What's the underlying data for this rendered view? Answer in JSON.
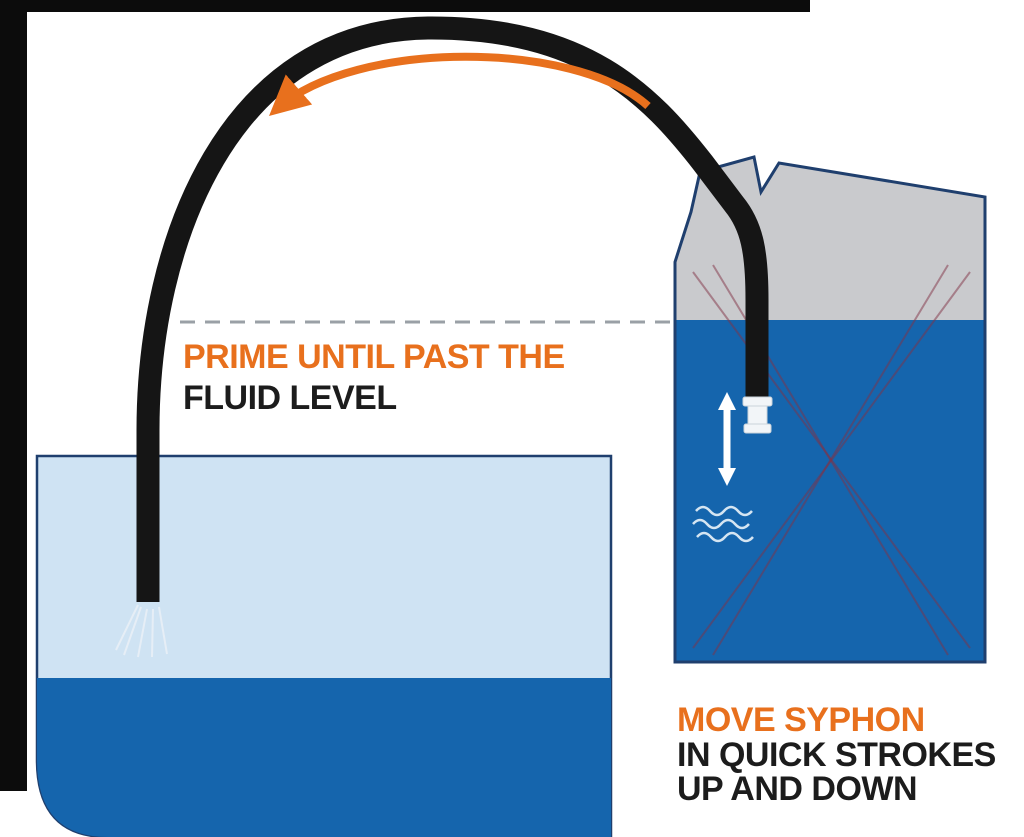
{
  "labels": {
    "prime": {
      "line1": "PRIME UNTIL PAST THE",
      "line2": "FLUID LEVEL"
    },
    "move": {
      "line1": "MOVE SYPHON",
      "line2": "IN QUICK STROKES",
      "line3": "UP AND DOWN"
    }
  },
  "colors": {
    "accent_orange": "#e8701d",
    "text_black": "#1c1c1c",
    "fluid_light": "#cfe3f3",
    "fluid_dark": "#1565ad",
    "can_gray": "#c9cacd",
    "hose_black": "#151515",
    "outline_navy": "#1f3f6e",
    "dashed_line_gray": "#9aa0a6",
    "white": "#ffffff"
  },
  "icons": {
    "flow_direction_arrow": "curved-arrow-pointing-left",
    "up_down_arrow": "double-headed-vertical-arrow",
    "water_ripples": "wavy-lines",
    "fluid_level_line": "dashed-horizontal-line",
    "spray": "fan-of-thin-lines"
  }
}
